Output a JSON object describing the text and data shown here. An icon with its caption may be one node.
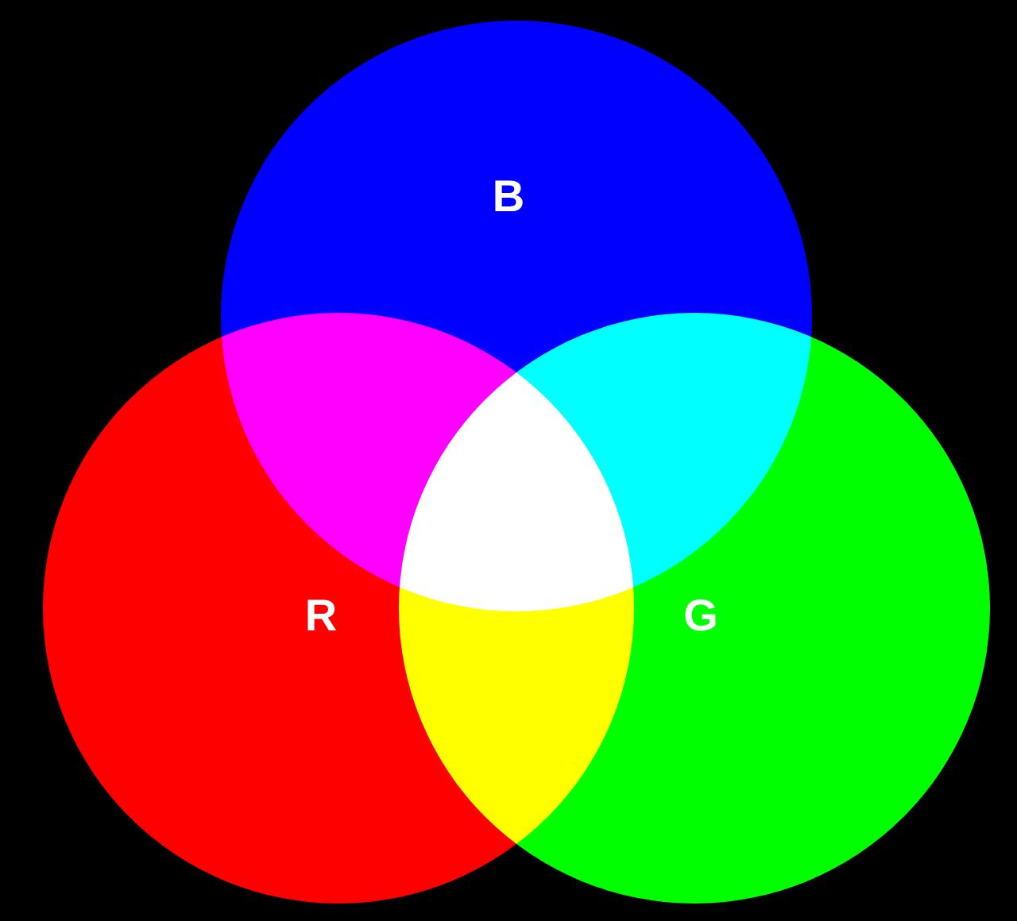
{
  "diagram": {
    "nodes": [
      {
        "text": [
          "B"
        ]
      },
      {
        "text": [
          "R"
        ]
      },
      {
        "text": [
          "G"
        ]
      }
    ]
  }
}
